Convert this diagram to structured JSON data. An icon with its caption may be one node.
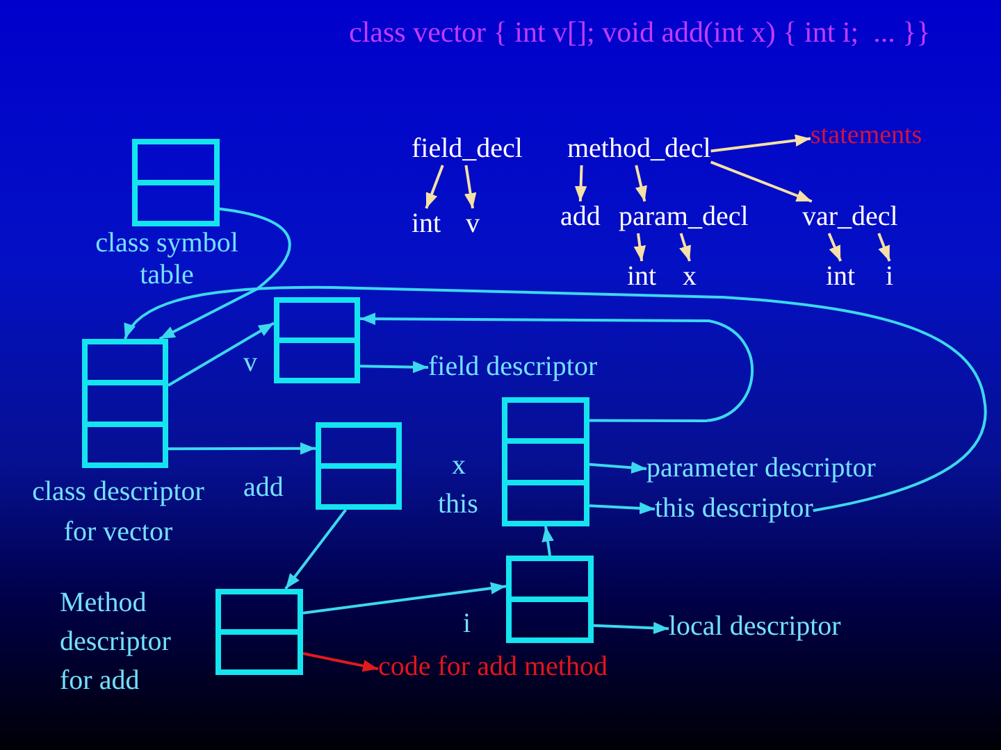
{
  "diagram": {
    "title": "class vector { int v[]; void add(int x) { int i;  ... }}",
    "nodes": [
      {
        "text": [
          "field_decl"
        ]
      },
      {
        "text": [
          "method_decl"
        ]
      },
      {
        "text": [
          "statements"
        ]
      },
      {
        "text": [
          "int"
        ]
      },
      {
        "text": [
          "v"
        ]
      },
      {
        "text": [
          "add"
        ]
      },
      {
        "text": [
          "param_decl"
        ]
      },
      {
        "text": [
          "var_decl"
        ]
      },
      {
        "text": [
          "int"
        ]
      },
      {
        "text": [
          "x"
        ]
      },
      {
        "text": [
          "int"
        ]
      },
      {
        "text": [
          "i"
        ]
      },
      {
        "text": [],
        "shape": "box",
        "beside": [
          "class symbol table"
        ]
      },
      {
        "text": [],
        "shape": "box",
        "beside": [
          "v"
        ]
      },
      {
        "text": [
          "field descriptor"
        ]
      },
      {
        "text": [],
        "shape": "box",
        "beside": [
          "class descriptor for vector"
        ]
      },
      {
        "text": [],
        "shape": "box",
        "beside": [
          "add"
        ]
      },
      {
        "text": [],
        "shape": "box",
        "beside": [
          "x",
          "this"
        ]
      },
      {
        "text": [
          "parameter descriptor"
        ]
      },
      {
        "text": [
          "this descriptor"
        ]
      },
      {
        "text": [],
        "shape": "box",
        "beside": [
          "Method descriptor for add"
        ]
      },
      {
        "text": [],
        "shape": "box",
        "beside": [
          "i"
        ]
      },
      {
        "text": [
          "local descriptor"
        ]
      },
      {
        "text": [
          "code for add method"
        ]
      }
    ],
    "edges": [
      {
        "from": 0,
        "to": 3,
        "arrow": "to",
        "color": "#f5e0a5"
      },
      {
        "from": 0,
        "to": 4,
        "arrow": "to",
        "color": "#f5e0a5"
      },
      {
        "from": 1,
        "to": 5,
        "arrow": "to",
        "color": "#f5e0a5"
      },
      {
        "from": 1,
        "to": 6,
        "arrow": "to",
        "color": "#f5e0a5"
      },
      {
        "from": 1,
        "to": 2,
        "arrow": "to",
        "color": "#f5e0a5"
      },
      {
        "from": 1,
        "to": 7,
        "arrow": "to",
        "color": "#f5e0a5"
      },
      {
        "from": 6,
        "to": 8,
        "arrow": "to",
        "color": "#f5e0a5"
      },
      {
        "from": 6,
        "to": 9,
        "arrow": "to",
        "color": "#f5e0a5"
      },
      {
        "from": 7,
        "to": 10,
        "arrow": "to",
        "color": "#f5e0a5"
      },
      {
        "from": 7,
        "to": 11,
        "arrow": "to",
        "color": "#f5e0a5"
      },
      {
        "from": 12,
        "to": 15,
        "arrow": "to"
      },
      {
        "from": 15,
        "to": 13,
        "arrow": "to"
      },
      {
        "from": 15,
        "to": 16,
        "arrow": "to"
      },
      {
        "from": 13,
        "to": 14,
        "arrow": "to"
      },
      {
        "from": 16,
        "to": 20,
        "arrow": "to"
      },
      {
        "from": 17,
        "to": 13,
        "arrow": "to"
      },
      {
        "from": 17,
        "to": 18,
        "arrow": "to"
      },
      {
        "from": 17,
        "to": 19,
        "arrow": "to"
      },
      {
        "from": 19,
        "to": 15,
        "arrow": "to"
      },
      {
        "from": 20,
        "to": 21,
        "arrow": "to"
      },
      {
        "from": 20,
        "to": 23,
        "arrow": "to",
        "color": "#e01b1b"
      },
      {
        "from": 21,
        "to": 17,
        "arrow": "to"
      },
      {
        "from": 21,
        "to": 22,
        "arrow": "to"
      }
    ]
  }
}
